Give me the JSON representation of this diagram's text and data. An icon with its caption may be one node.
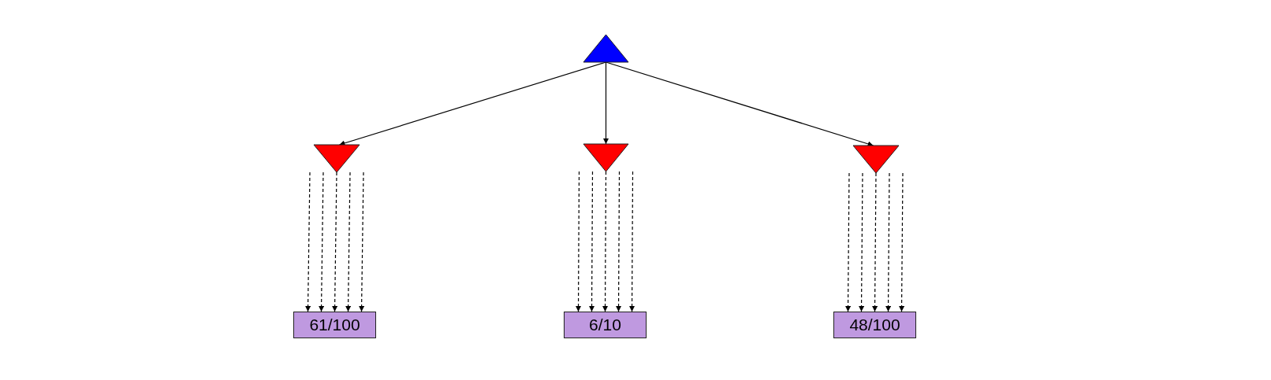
{
  "diagram": {
    "nodes": [
      {
        "text": [],
        "shape": "triangle"
      },
      {
        "text": [],
        "shape": "inverted-triangle"
      },
      {
        "text": [],
        "shape": "inverted-triangle"
      },
      {
        "text": [],
        "shape": "inverted-triangle"
      },
      {
        "text": [
          "61/100"
        ]
      },
      {
        "text": [
          "6/10"
        ]
      },
      {
        "text": [
          "48/100"
        ]
      }
    ],
    "edges": [
      {
        "from": 0,
        "to": 1,
        "arrow": "to"
      },
      {
        "from": 0,
        "to": 2,
        "arrow": "to"
      },
      {
        "from": 0,
        "to": 3,
        "arrow": "to"
      },
      {
        "from": 1,
        "to": 4,
        "arrow": "to",
        "style": "dashed"
      },
      {
        "from": 1,
        "to": 4,
        "arrow": "to",
        "style": "dashed"
      },
      {
        "from": 1,
        "to": 4,
        "arrow": "to",
        "style": "dashed"
      },
      {
        "from": 1,
        "to": 4,
        "arrow": "to",
        "style": "dashed"
      },
      {
        "from": 1,
        "to": 4,
        "arrow": "to",
        "style": "dashed"
      },
      {
        "from": 2,
        "to": 5,
        "arrow": "to",
        "style": "dashed"
      },
      {
        "from": 2,
        "to": 5,
        "arrow": "to",
        "style": "dashed"
      },
      {
        "from": 2,
        "to": 5,
        "arrow": "to",
        "style": "dashed"
      },
      {
        "from": 2,
        "to": 5,
        "arrow": "to",
        "style": "dashed"
      },
      {
        "from": 2,
        "to": 5,
        "arrow": "to",
        "style": "dashed"
      },
      {
        "from": 3,
        "to": 6,
        "arrow": "to",
        "style": "dashed"
      },
      {
        "from": 3,
        "to": 6,
        "arrow": "to",
        "style": "dashed"
      },
      {
        "from": 3,
        "to": 6,
        "arrow": "to",
        "style": "dashed"
      },
      {
        "from": 3,
        "to": 6,
        "arrow": "to",
        "style": "dashed"
      },
      {
        "from": 3,
        "to": 6,
        "arrow": "to",
        "style": "dashed"
      }
    ]
  }
}
